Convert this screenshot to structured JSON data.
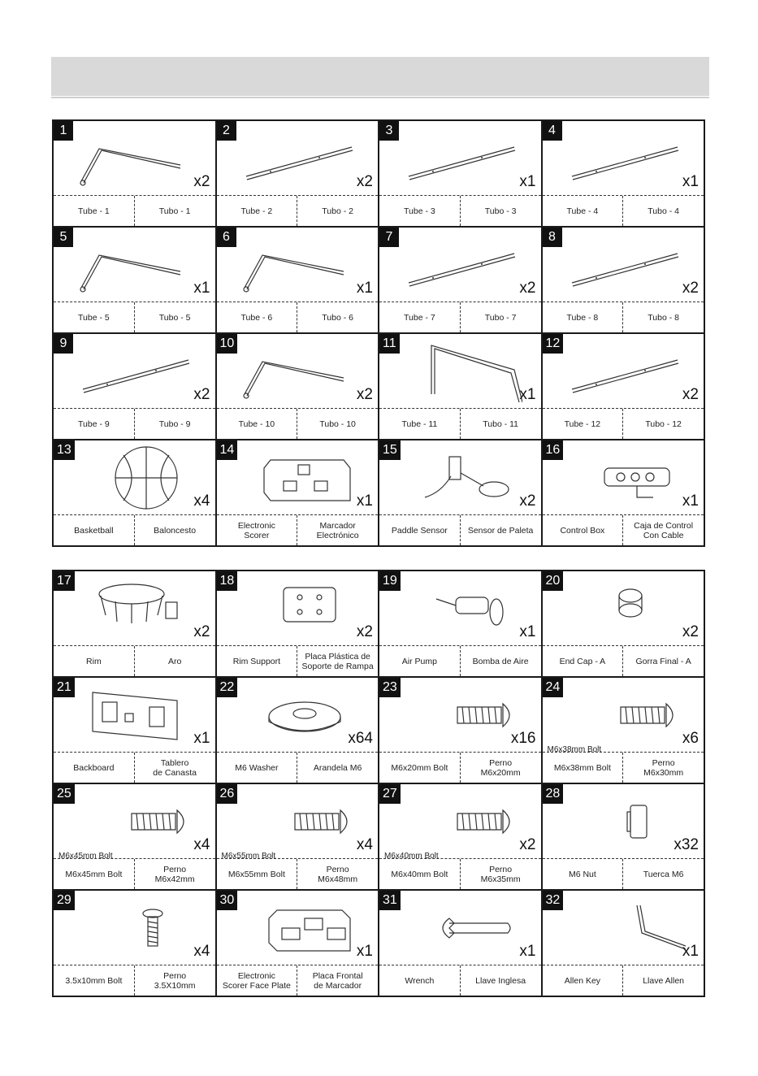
{
  "parts_a": [
    {
      "num": "1",
      "qty": "x2",
      "en": "Tube - 1",
      "es": "Tubo - 1",
      "icon": "bent-tube-icon"
    },
    {
      "num": "2",
      "qty": "x2",
      "en": "Tube - 2",
      "es": "Tubo - 2",
      "icon": "straight-tube-icon"
    },
    {
      "num": "3",
      "qty": "x1",
      "en": "Tube - 3",
      "es": "Tubo - 3",
      "icon": "straight-tube-icon"
    },
    {
      "num": "4",
      "qty": "x1",
      "en": "Tube - 4",
      "es": "Tubo - 4",
      "icon": "straight-tube-icon"
    },
    {
      "num": "5",
      "qty": "x1",
      "en": "Tube - 5",
      "es": "Tubo - 5",
      "icon": "bent-tube-icon"
    },
    {
      "num": "6",
      "qty": "x1",
      "en": "Tube - 6",
      "es": "Tubo - 6",
      "icon": "bent-tube-icon"
    },
    {
      "num": "7",
      "qty": "x2",
      "en": "Tube - 7",
      "es": "Tubo - 7",
      "icon": "straight-tube-icon"
    },
    {
      "num": "8",
      "qty": "x2",
      "en": "Tube - 8",
      "es": "Tubo - 8",
      "icon": "straight-tube-icon"
    },
    {
      "num": "9",
      "qty": "x2",
      "en": "Tube - 9",
      "es": "Tubo - 9",
      "icon": "straight-tube-icon"
    },
    {
      "num": "10",
      "qty": "x2",
      "en": "Tube - 10",
      "es": "Tubo - 10",
      "icon": "bent-tube-icon"
    },
    {
      "num": "11",
      "qty": "x1",
      "en": "Tube - 11",
      "es": "Tubo - 11",
      "icon": "frame-tube-icon"
    },
    {
      "num": "12",
      "qty": "x2",
      "en": "Tube - 12",
      "es": "Tubo - 12",
      "icon": "straight-tube-icon"
    },
    {
      "num": "13",
      "qty": "x4",
      "en": "Basketball",
      "es": "Baloncesto",
      "icon": "basketball-icon"
    },
    {
      "num": "14",
      "qty": "x1",
      "en": "Electronic\nScorer",
      "es": "Marcador\nElectrónico",
      "icon": "scorer-icon"
    },
    {
      "num": "15",
      "qty": "x2",
      "en": "Paddle Sensor",
      "es": "Sensor de Paleta",
      "icon": "sensor-icon"
    },
    {
      "num": "16",
      "qty": "x1",
      "en": "Control Box",
      "es": "Caja de Control\nCon Cable",
      "icon": "control-box-icon"
    }
  ],
  "parts_b": [
    {
      "num": "17",
      "qty": "x2",
      "en": "Rim",
      "es": "Aro",
      "icon": "rim-icon"
    },
    {
      "num": "18",
      "qty": "x2",
      "en": "Rim Support",
      "es": "Placa Plástica de\nSoporte de Rampa",
      "icon": "plate-icon"
    },
    {
      "num": "19",
      "qty": "x1",
      "en": "Air Pump",
      "es": "Bomba de Aire",
      "icon": "pump-icon"
    },
    {
      "num": "20",
      "qty": "x2",
      "en": "End Cap - A",
      "es": "Gorra Final - A",
      "icon": "end-cap-icon"
    },
    {
      "num": "21",
      "qty": "x1",
      "en": "Backboard",
      "es": "Tablero\nde Canasta",
      "icon": "backboard-icon"
    },
    {
      "num": "22",
      "qty": "x64",
      "en": "M6 Washer",
      "es": "Arandela M6",
      "icon": "washer-icon"
    },
    {
      "num": "23",
      "qty": "x16",
      "en": "M6x20mm Bolt",
      "es": "Perno\nM6x20mm",
      "icon": "bolt-icon"
    },
    {
      "num": "24",
      "qty": "x6",
      "over": "M6x38mm Bolt",
      "en": "M6x38mm Bolt",
      "es": "Perno\nM6x30mm",
      "icon": "bolt-icon"
    },
    {
      "num": "25",
      "qty": "x4",
      "over": "M6x45mm Bolt",
      "en": "M6x45mm Bolt",
      "es": "Perno\nM6x42mm",
      "icon": "bolt-icon"
    },
    {
      "num": "26",
      "qty": "x4",
      "over": "M6x55mm Bolt",
      "en": "M6x55mm Bolt",
      "es": "Perno\nM6x48mm",
      "icon": "bolt-icon"
    },
    {
      "num": "27",
      "qty": "x2",
      "over": "M6x40mm Bolt",
      "en": "M6x40mm Bolt",
      "es": "Perno\nM6x35mm",
      "icon": "bolt-icon"
    },
    {
      "num": "28",
      "qty": "x32",
      "en": "M6 Nut",
      "es": "Tuerca M6",
      "icon": "nut-icon"
    },
    {
      "num": "29",
      "qty": "x4",
      "en": "3.5x10mm Bolt",
      "es": "Perno\n3.5X10mm",
      "icon": "screw-icon"
    },
    {
      "num": "30",
      "qty": "x1",
      "en": "Electronic\nScorer Face Plate",
      "es": "Placa Frontal\nde Marcador",
      "icon": "face-plate-icon"
    },
    {
      "num": "31",
      "qty": "x1",
      "en": "Wrench",
      "es": "Llave Inglesa",
      "icon": "wrench-icon"
    },
    {
      "num": "32",
      "qty": "x1",
      "en": "Allen Key",
      "es": "Llave Allen",
      "icon": "allen-key-icon"
    }
  ]
}
